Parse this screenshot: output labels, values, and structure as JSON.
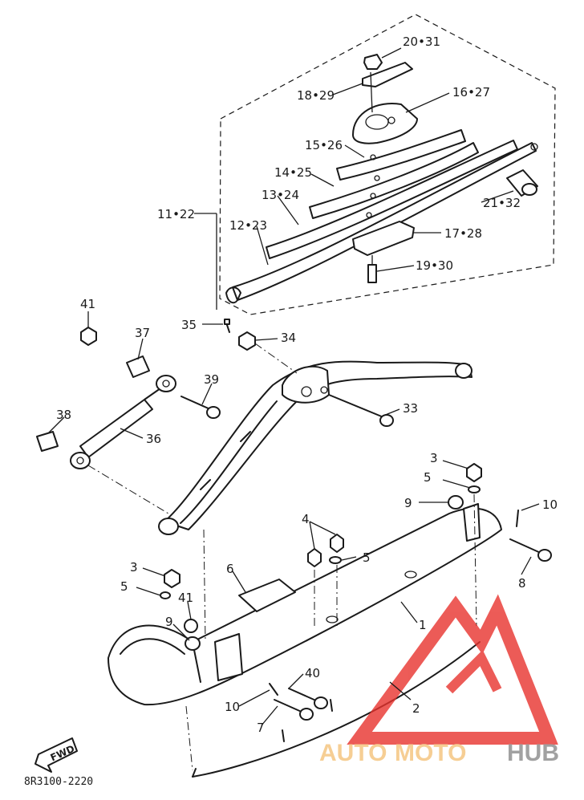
{
  "diagram": {
    "code": "8R3100-2220",
    "fwd_label": "FWD",
    "watermark": {
      "part1": "AUTO",
      "part2": "MOTO",
      "part3": "HUB",
      "color": "#e8332e"
    },
    "callouts": [
      {
        "id": "c-20-31",
        "text": "20•31"
      },
      {
        "id": "c-18-29",
        "text": "18•29"
      },
      {
        "id": "c-16-27",
        "text": "16•27"
      },
      {
        "id": "c-15-26",
        "text": "15•26"
      },
      {
        "id": "c-14-25",
        "text": "14•25"
      },
      {
        "id": "c-13-24",
        "text": "13•24"
      },
      {
        "id": "c-11-22",
        "text": "11•22"
      },
      {
        "id": "c-12-23",
        "text": "12•23"
      },
      {
        "id": "c-21-32",
        "text": "21•32"
      },
      {
        "id": "c-17-28",
        "text": "17•28"
      },
      {
        "id": "c-19-30",
        "text": "19•30"
      },
      {
        "id": "c-41a",
        "text": "41"
      },
      {
        "id": "c-35",
        "text": "35"
      },
      {
        "id": "c-34",
        "text": "34"
      },
      {
        "id": "c-37",
        "text": "37"
      },
      {
        "id": "c-39",
        "text": "39"
      },
      {
        "id": "c-33",
        "text": "33"
      },
      {
        "id": "c-38",
        "text": "38"
      },
      {
        "id": "c-36",
        "text": "36"
      },
      {
        "id": "c-3a",
        "text": "3"
      },
      {
        "id": "c-5a",
        "text": "5"
      },
      {
        "id": "c-9a",
        "text": "9"
      },
      {
        "id": "c-10a",
        "text": "10"
      },
      {
        "id": "c-4",
        "text": "4"
      },
      {
        "id": "c-5b",
        "text": "5"
      },
      {
        "id": "c-8",
        "text": "8"
      },
      {
        "id": "c-3b",
        "text": "3"
      },
      {
        "id": "c-6",
        "text": "6"
      },
      {
        "id": "c-5c",
        "text": "5"
      },
      {
        "id": "c-41b",
        "text": "41"
      },
      {
        "id": "c-9b",
        "text": "9"
      },
      {
        "id": "c-1",
        "text": "1"
      },
      {
        "id": "c-40",
        "text": "40"
      },
      {
        "id": "c-2",
        "text": "2"
      },
      {
        "id": "c-10b",
        "text": "10"
      },
      {
        "id": "c-7",
        "text": "7"
      }
    ]
  }
}
